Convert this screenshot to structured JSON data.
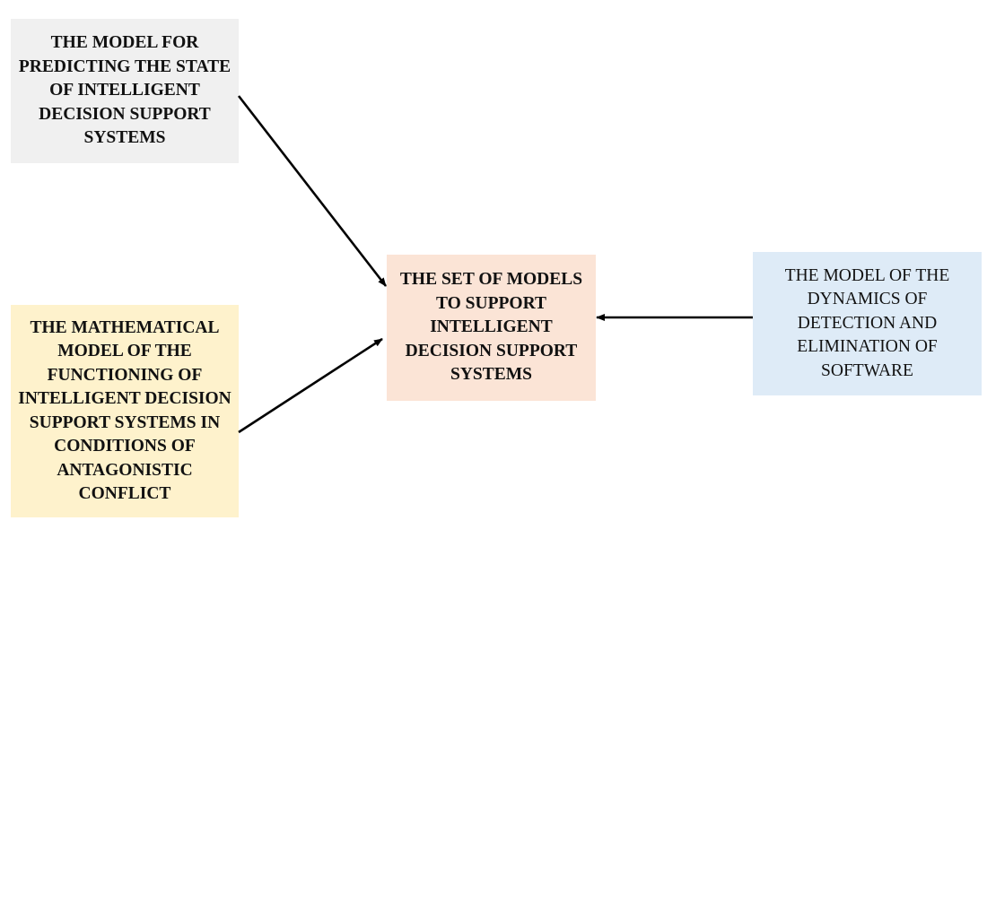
{
  "nodes": {
    "predict": {
      "text": "THE MODEL FOR\nPREDICTING THE STATE\nOF INTELLIGENT\nDECISION SUPPORT\nSYSTEMS",
      "fill": "#f0f0f0"
    },
    "math": {
      "text": "THE MATHEMATICAL\nMODEL OF THE\nFUNCTIONING OF\nINTELLIGENT DECISION\nSUPPORT SYSTEMS IN\nCONDITIONS OF\nANTAGONISTIC\nCONFLICT",
      "fill": "#fef2cc"
    },
    "set": {
      "text": "THE SET OF MODELS\nTO SUPPORT\nINTELLIGENT\nDECISION SUPPORT\nSYSTEMS",
      "fill": "#fbe4d6"
    },
    "dyn": {
      "text": "THE MODEL OF THE\nDYNAMICS OF\nDETECTION AND\nELIMINATION OF\nSOFTWARE",
      "fill": "#deebf7"
    }
  },
  "edges": [
    {
      "from": "predict",
      "to": "set"
    },
    {
      "from": "math",
      "to": "set"
    },
    {
      "from": "dyn",
      "to": "set"
    }
  ],
  "colors": {
    "arrow": "#000000",
    "text": "#111111"
  }
}
